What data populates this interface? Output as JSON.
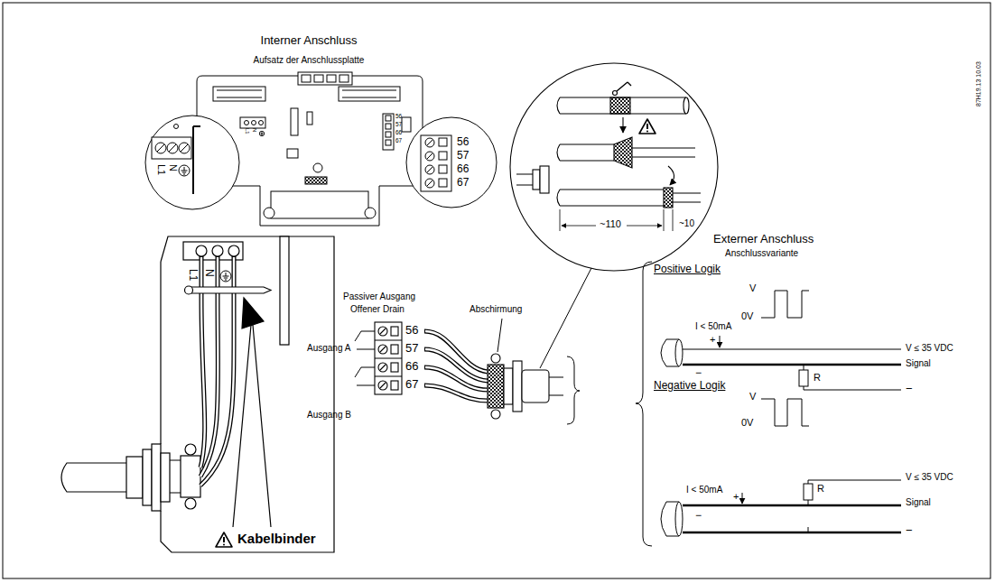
{
  "diagram": {
    "labels": [
      "Interner Anschluss",
      "Aufsatz der Anschlussplatte",
      "L1",
      "N",
      "56",
      "57",
      "66",
      "67",
      "L1",
      "N",
      "56",
      "57",
      "66",
      "67",
      "L1",
      "N",
      "Kabelbinder",
      "Passiver Ausgang",
      "Offener Drain",
      "Ausgang A",
      "Ausgang B",
      "56",
      "57",
      "66",
      "67",
      "Abschirmung",
      "~110",
      "~10",
      "Externer Anschluss",
      "Anschlussvariante",
      "Positive Logik",
      "V",
      "0V",
      "+",
      "I < 50mA",
      "−",
      "V ≤ 35 VDC",
      "Signal",
      "R",
      "−",
      "Negative Logik",
      "V",
      "0V",
      "V ≤ 35 VDC",
      "I < 50mA",
      "+",
      "−",
      "R",
      "Signal",
      "−",
      "87H19.13 10.03"
    ]
  }
}
